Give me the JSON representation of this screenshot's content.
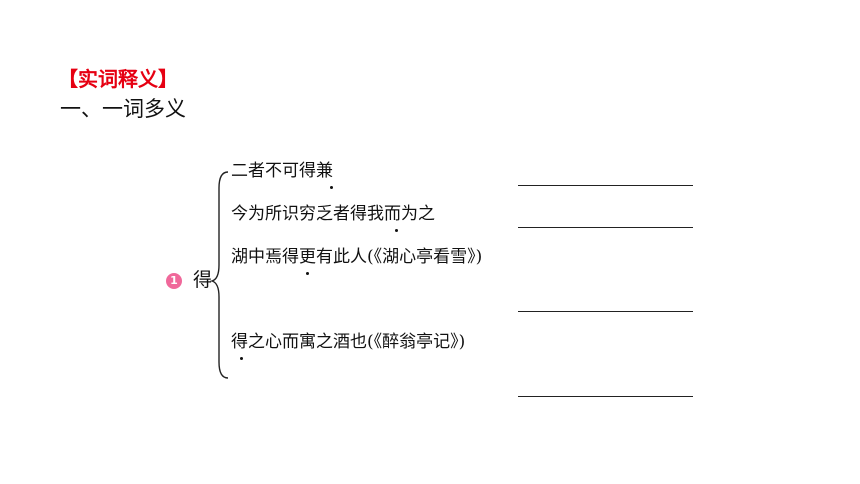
{
  "heading": {
    "label": "【实词释义】",
    "color": "#e60012"
  },
  "section": {
    "label": "一、一词多义"
  },
  "entry": {
    "number": "1",
    "badge_color": "#f0689a",
    "word": "得",
    "examples": [
      {
        "text": "二者不可得兼"
      },
      {
        "text": "今为所识穷乏者得我而为之"
      },
      {
        "text": "湖中焉得更有此人(《湖心亭看雪》)"
      },
      {
        "text": "得之心而寓之酒也(《醉翁亭记》)"
      }
    ]
  }
}
